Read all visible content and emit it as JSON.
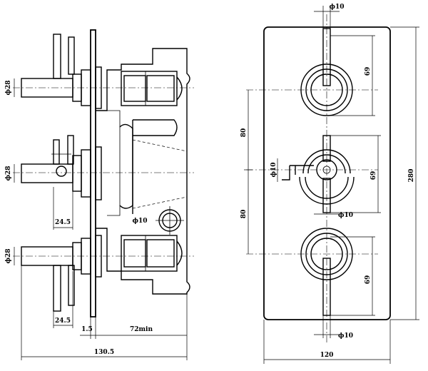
{
  "side_view": {
    "dims": {
      "phi_upper": "ϕ28",
      "phi_middle": "ϕ28",
      "phi_lower": "ϕ28",
      "offset_middle": "24.5",
      "offset_lower": "24.5",
      "plate": "1.5",
      "depth_min": "72min",
      "overall": "130.5",
      "inner_pipe": "ϕ10"
    }
  },
  "front_view": {
    "dims": {
      "spindle_top": "ϕ10",
      "spindle_mid": "ϕ10",
      "spindle_bottom": "ϕ10",
      "stem_left": "ϕ10",
      "spacing_upper": "80",
      "spacing_lower": "80",
      "handle_upper": "69",
      "handle_middle": "69",
      "handle_lower": "69",
      "height": "280",
      "width": "120"
    }
  }
}
